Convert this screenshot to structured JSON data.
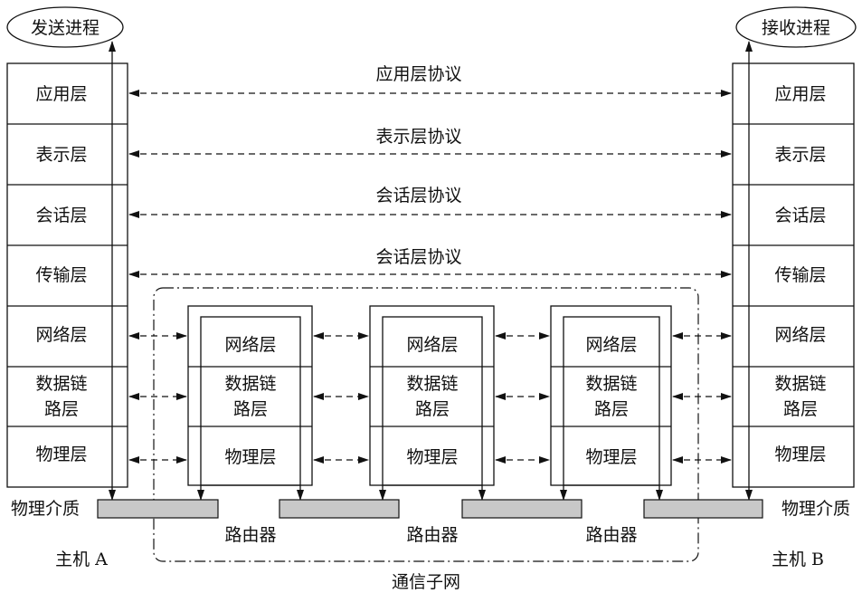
{
  "processes": {
    "send": "发送进程",
    "receive": "接收进程"
  },
  "host_layers": [
    "应用层",
    "表示层",
    "会话层",
    "传输层",
    "网络层",
    [
      "数据链",
      "路层"
    ],
    "物理层"
  ],
  "router_layers": [
    "网络层",
    [
      "数据链",
      "路层"
    ],
    "物理层"
  ],
  "protocols": [
    "应用层协议",
    "表示层协议",
    "会话层协议",
    "会话层协议"
  ],
  "labels": {
    "medium_left": "物理介质",
    "medium_right": "物理介质",
    "router": "路由器",
    "host_a": "主机 A",
    "host_b": "主机 B",
    "subnet": "通信子网"
  },
  "colors": {
    "line": "#111111",
    "medium_fill": "#c8c8c8"
  }
}
